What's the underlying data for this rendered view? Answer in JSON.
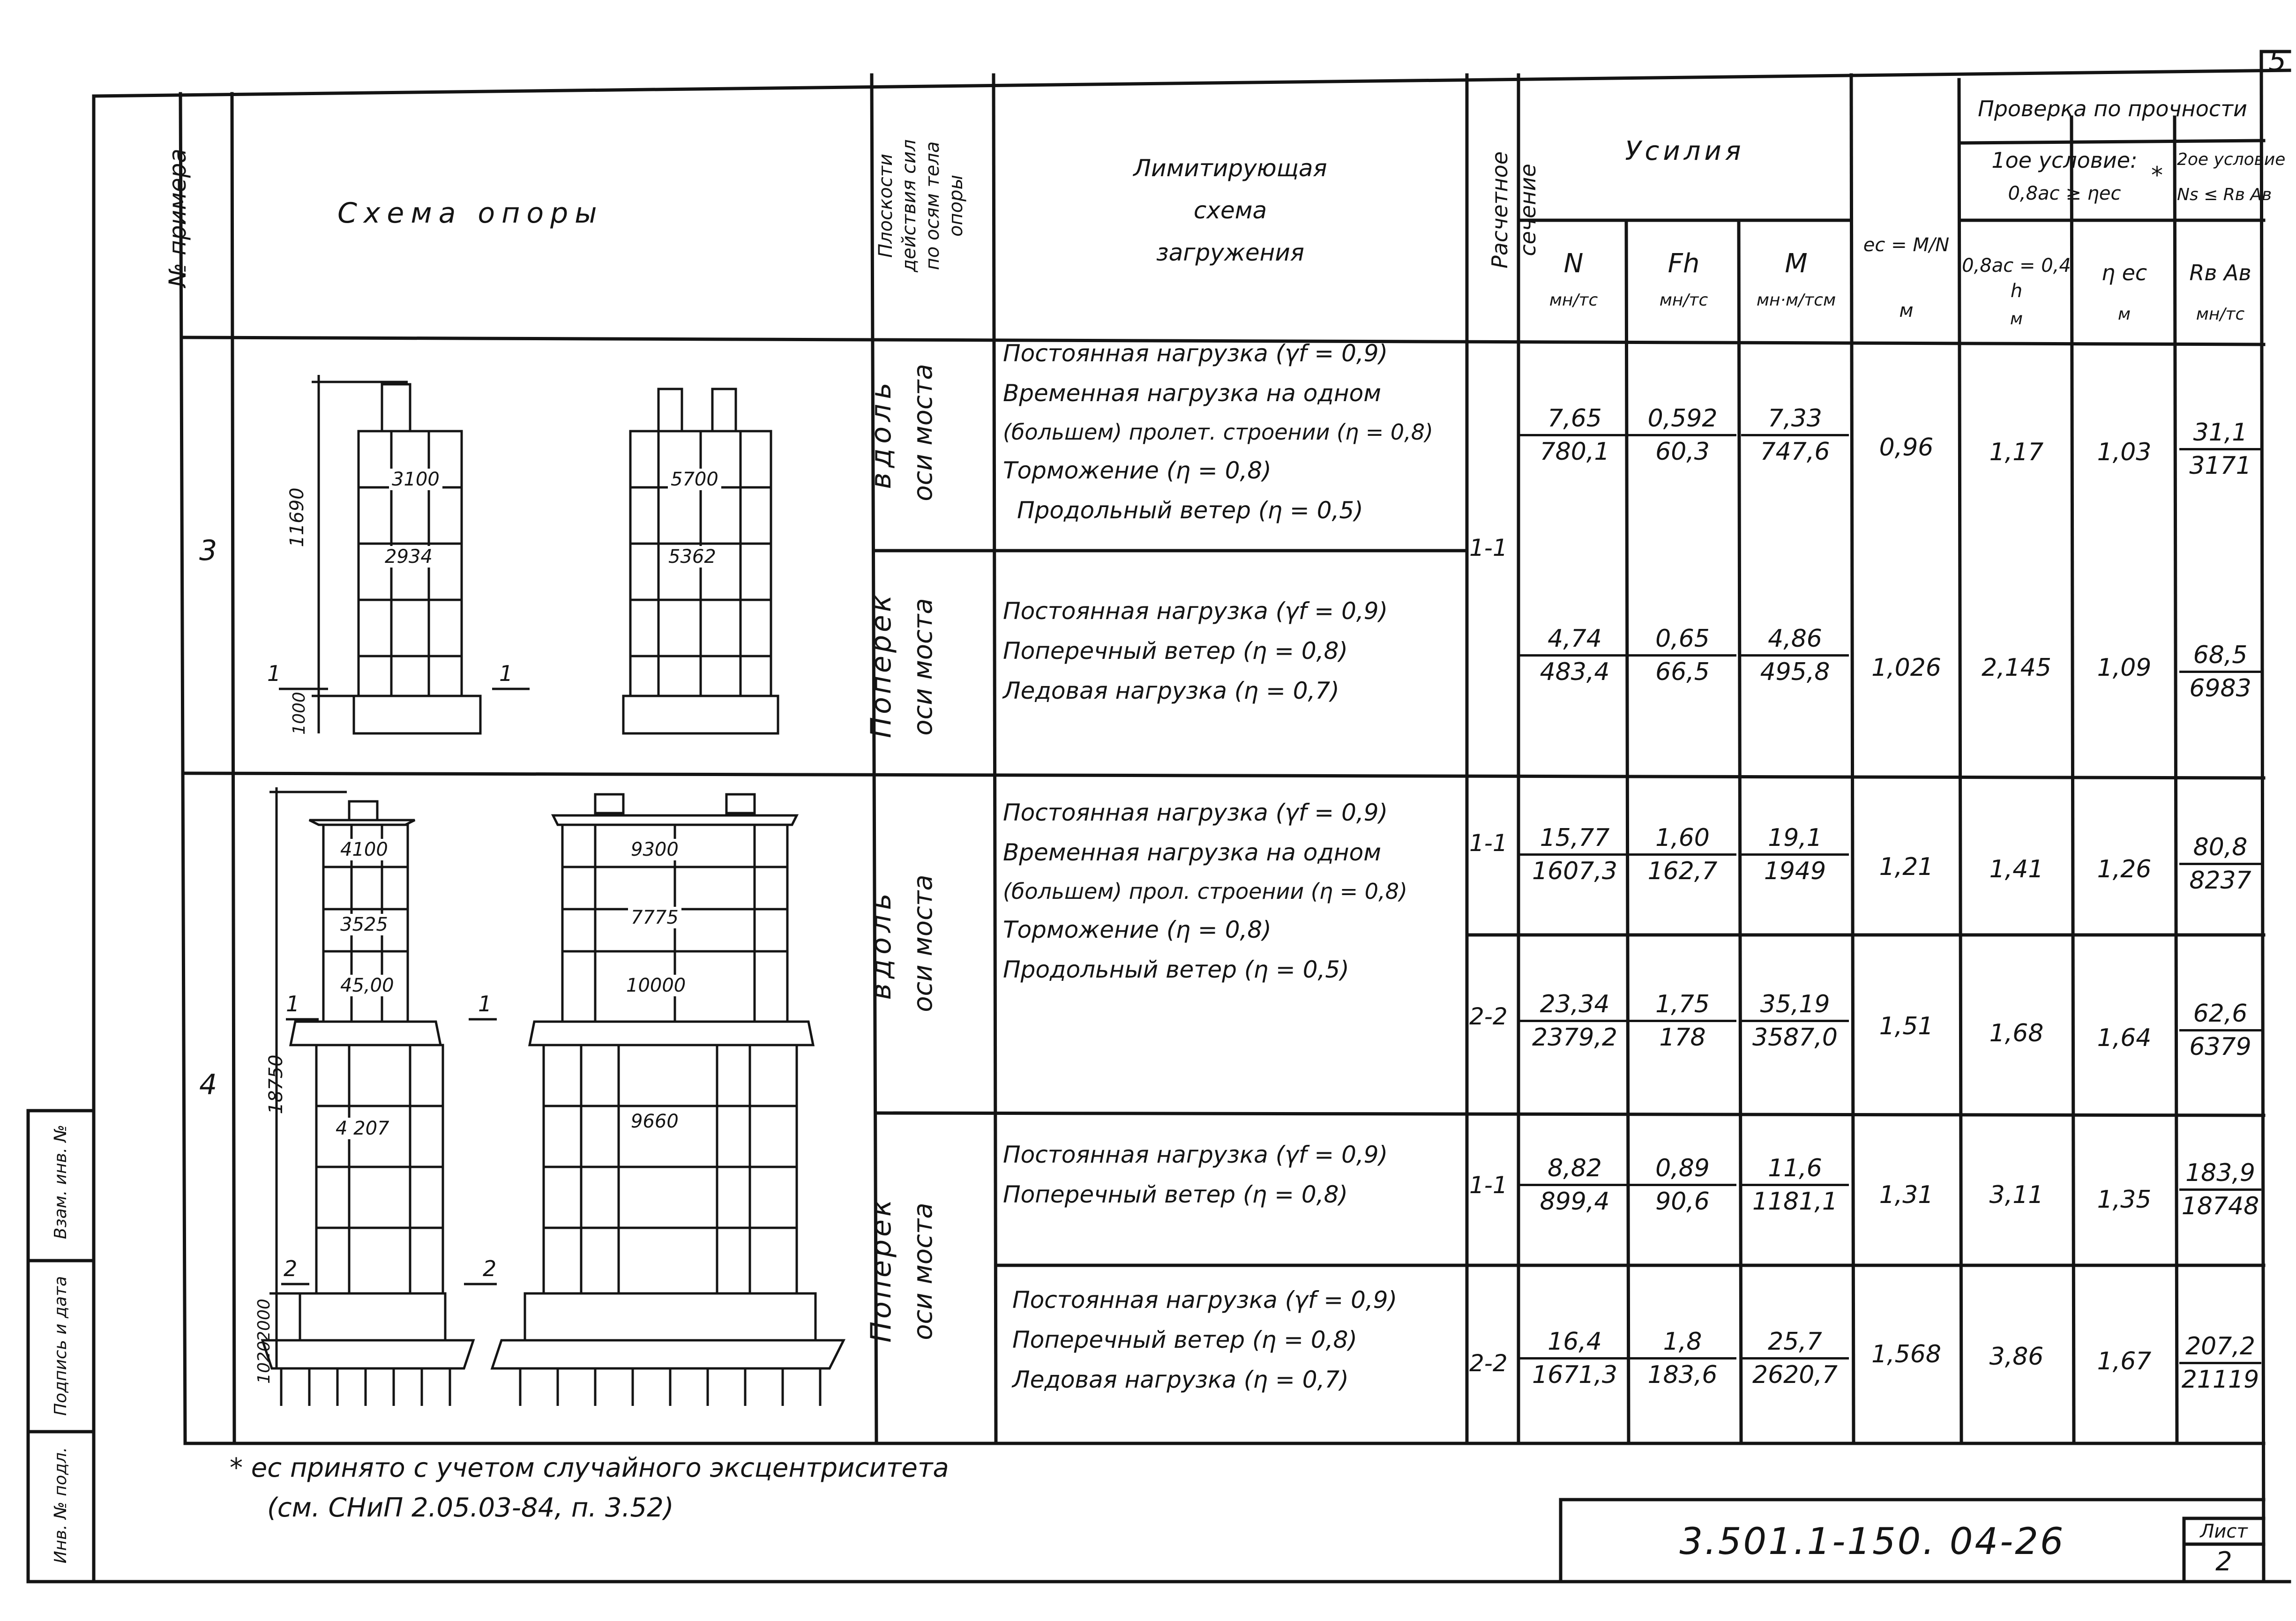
{
  "sheet_number_top": "5",
  "header": {
    "col_example": "№ примера",
    "col_scheme": "Схема опоры",
    "col_planes": [
      "Плоскости",
      "действия сил",
      "по осям тела",
      "опоры"
    ],
    "col_loading": [
      "Лимитирующая",
      "схема",
      "загружения"
    ],
    "col_section": [
      "Расчетное",
      "сечение"
    ],
    "col_forces": "Усилия",
    "col_N": "N",
    "col_N_unit": "мн/тс",
    "col_Fh": "Fh",
    "col_Fh_unit": "мн/тс",
    "col_M": "M",
    "col_M_unit": "мн·м/тсм",
    "col_ec": "ec = M/N",
    "col_ec_unit": "м",
    "col_check": "Проверка по прочности",
    "cond1": "1ое условие:",
    "cond1_formula": "0,8ac ≥ ηec",
    "asterisk": "*",
    "cond2": "2ое условие",
    "cond2_formula": "Ns ≤ Rв Aв",
    "col_08ac": "0,8ac = 0,4 h",
    "col_08ac_unit": "м",
    "col_eta_ec": "η ec",
    "col_eta_ec_unit": "м",
    "col_RbAb": "Rв Aв",
    "col_RbAb_unit": "мн/тс"
  },
  "example3": {
    "number": "3",
    "plane_along": [
      "вдоль",
      "оси моста"
    ],
    "plane_across": [
      "Поперек",
      "оси моста"
    ],
    "section": "1-1",
    "loading_along": [
      "Постоянная нагрузка (γf = 0,9)",
      "Временная нагрузка на одном",
      "(большем) пролет. строении (η = 0,8)",
      "Торможение (η = 0,8)",
      "Продольный ветер (η = 0,5)"
    ],
    "loading_across": [
      "Постоянная нагрузка (γf = 0,9)",
      "Поперечный ветер (η = 0,8)",
      "Ледовая нагрузка (η = 0,7)"
    ],
    "dims": {
      "h_total": "11690",
      "h_base": "1000",
      "w_top_l": "3100",
      "w_mid_l": "2934",
      "w_top_r": "5700",
      "w_mid_r": "5362",
      "sec_mark": "1"
    },
    "rows": [
      {
        "N": [
          "7,65",
          "780,1"
        ],
        "Fh": [
          "0,592",
          "60,3"
        ],
        "M": [
          "7,33",
          "747,6"
        ],
        "ec": "0,96",
        "ac": "1,17",
        "eta": "1,03",
        "Rb": [
          "31,1",
          "3171"
        ]
      },
      {
        "N": [
          "4,74",
          "483,4"
        ],
        "Fh": [
          "0,65",
          "66,5"
        ],
        "M": [
          "4,86",
          "495,8"
        ],
        "ec": "1,026",
        "ac": "2,145",
        "eta": "1,09",
        "Rb": [
          "68,5",
          "6983"
        ]
      }
    ]
  },
  "example4": {
    "number": "4",
    "plane_along": [
      "вдоль",
      "оси моста"
    ],
    "plane_across": [
      "Поперек",
      "оси моста"
    ],
    "loading_along": [
      "Постоянная нагрузка (γf = 0,9)",
      "Временная нагрузка на одном",
      "(большем) прол. строении (η = 0,8)",
      "Торможение (η = 0,8)",
      "Продольный ветер (η = 0,5)"
    ],
    "loading_across1": [
      "Постоянная нагрузка (γf = 0,9)",
      "Поперечный ветер (η = 0,8)"
    ],
    "loading_across2": [
      "Постоянная нагрузка (γf = 0,9)",
      "Поперечный ветер (η = 0,8)",
      "Ледовая нагрузка (η = 0,7)"
    ],
    "dims": {
      "h_total": "18750",
      "h_found": "1020",
      "h_plinth": "2000",
      "w1": "4100",
      "w2": "3525",
      "w3": "45,00",
      "w4": "4 207",
      "r1": "9300",
      "r2": "7775",
      "r3": "10000",
      "r4": "9660",
      "sec1": "1",
      "sec2": "2"
    },
    "rows": [
      {
        "section": "1-1",
        "N": [
          "15,77",
          "1607,3"
        ],
        "Fh": [
          "1,60",
          "162,7"
        ],
        "M": [
          "19,1",
          "1949"
        ],
        "ec": "1,21",
        "ac": "1,41",
        "eta": "1,26",
        "Rb": [
          "80,8",
          "8237"
        ]
      },
      {
        "section": "2-2",
        "N": [
          "23,34",
          "2379,2"
        ],
        "Fh": [
          "1,75",
          "178"
        ],
        "M": [
          "35,19",
          "3587,0"
        ],
        "ec": "1,51",
        "ac": "1,68",
        "eta": "1,64",
        "Rb": [
          "62,6",
          "6379"
        ]
      },
      {
        "section": "1-1",
        "N": [
          "8,82",
          "899,4"
        ],
        "Fh": [
          "0,89",
          "90,6"
        ],
        "M": [
          "11,6",
          "1181,1"
        ],
        "ec": "1,31",
        "ac": "3,11",
        "eta": "1,35",
        "Rb": [
          "183,9",
          "18748"
        ]
      },
      {
        "section": "2-2",
        "N": [
          "16,4",
          "1671,3"
        ],
        "Fh": [
          "1,8",
          "183,6"
        ],
        "M": [
          "25,7",
          "2620,7"
        ],
        "ec": "1,568",
        "ac": "3,86",
        "eta": "1,67",
        "Rb": [
          "207,2",
          "21119"
        ]
      }
    ]
  },
  "footnote": [
    "* ec принято с учетом случайного эксцентриситета",
    "(см. СНиП 2.05.03-84, п. 3.52)"
  ],
  "stamp": {
    "code": "3.501.1-150. 04-26",
    "sheet_label": "Лист",
    "sheet_num": "2"
  },
  "side_stamp": [
    "Взам. инв. №",
    "Подпись и дата",
    "Инв. № подл."
  ]
}
